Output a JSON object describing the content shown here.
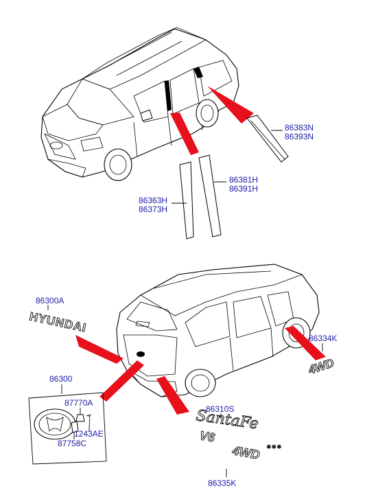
{
  "diagram": {
    "parts": {
      "p86383N": "86383N",
      "p86393N": "86393N",
      "p86381H": "86381H",
      "p86391H": "86391H",
      "p86363H": "86363H",
      "p86373H": "86373H",
      "p86300A": "86300A",
      "p86334K": "86334K",
      "p86300": "86300",
      "p87770A": "87770A",
      "p1243AE": "1243AE",
      "p87758C": "87758C",
      "p86310S": "86310S",
      "p86335K": "86335K"
    },
    "emblems": {
      "hyundai_lettering": "HYUNDAI",
      "santafe_lettering": "SantaFe",
      "v6_lettering": "V6",
      "awd_lettering": "4WD"
    },
    "colors": {
      "label": "#1a1aa8",
      "leader": "#e8101a",
      "line": "#000000"
    }
  }
}
